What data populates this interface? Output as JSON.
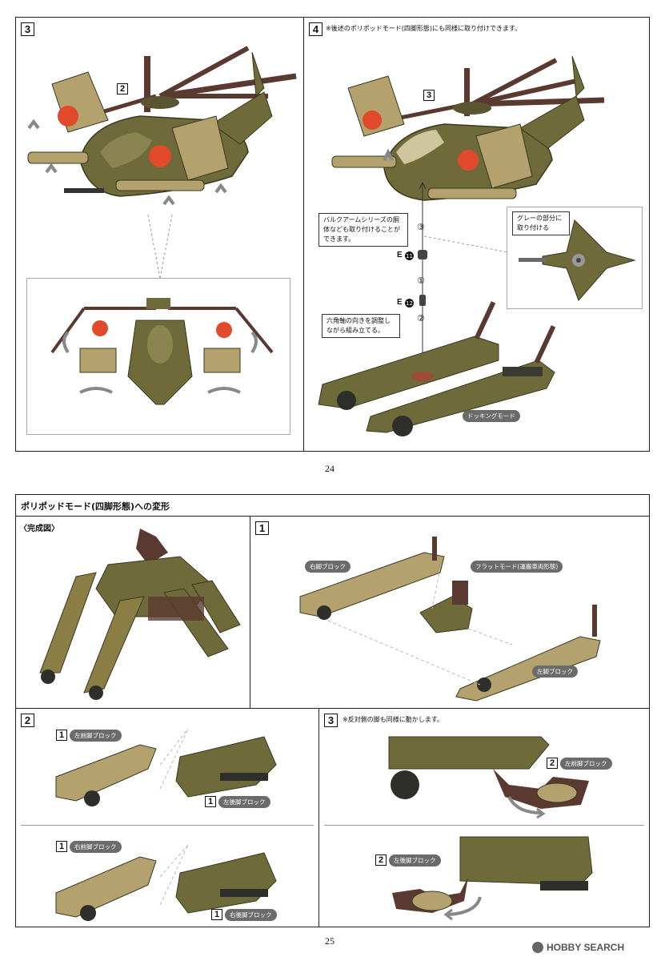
{
  "page_top": {
    "steps": [
      "3",
      "4"
    ],
    "note_step4": "※後述のポリポッドモード(四脚形態)にも同様に取り付けできます。",
    "part_label_step3": "2",
    "part_label_step4": "3",
    "callout_bulk": "バルクアームシリーズの胴体なども取り付けることができます。",
    "callout_gray": "グレーの部分に取り付ける",
    "callout_hex": "六角軸の向きを調整しながら組み立てる。",
    "part_e11": "E",
    "part_e11_num": "11",
    "part_e12": "E",
    "part_e12_num": "12",
    "order_marks": [
      "③",
      "①",
      "②"
    ],
    "docking_tag": "ドッキングモード",
    "page_number": "24"
  },
  "page_bottom": {
    "section_title": "ポリポッドモード(四脚形態)への変形",
    "completed_label": "〈完成図〉",
    "steps": [
      "1",
      "2",
      "3"
    ],
    "tag_right_leg": "右脚ブロック",
    "tag_flat_mode": "フラットモード(運搬車両形態)",
    "tag_left_leg": "左脚ブロック",
    "step2_rows": [
      {
        "front_num": "1",
        "front_tag": "左前脚ブロック",
        "rear_num": "1",
        "rear_tag": "左後脚ブロック"
      },
      {
        "front_num": "1",
        "front_tag": "右前脚ブロック",
        "rear_num": "1",
        "rear_tag": "右後脚ブロック"
      }
    ],
    "note_step3": "※反対側の脚も同様に動かします。",
    "step3_items": [
      {
        "num": "2",
        "tag": "左前脚ブロック"
      },
      {
        "num": "2",
        "tag": "左後脚ブロック"
      }
    ],
    "page_number": "25"
  },
  "watermark": "HOBBY SEARCH",
  "colors": {
    "olive": "#6f6a3a",
    "olive_dark": "#4e4a26",
    "tan": "#b3a26e",
    "red": "#e04a2a",
    "brown": "#6a3a30",
    "tag_gray": "#6b6b6b"
  }
}
